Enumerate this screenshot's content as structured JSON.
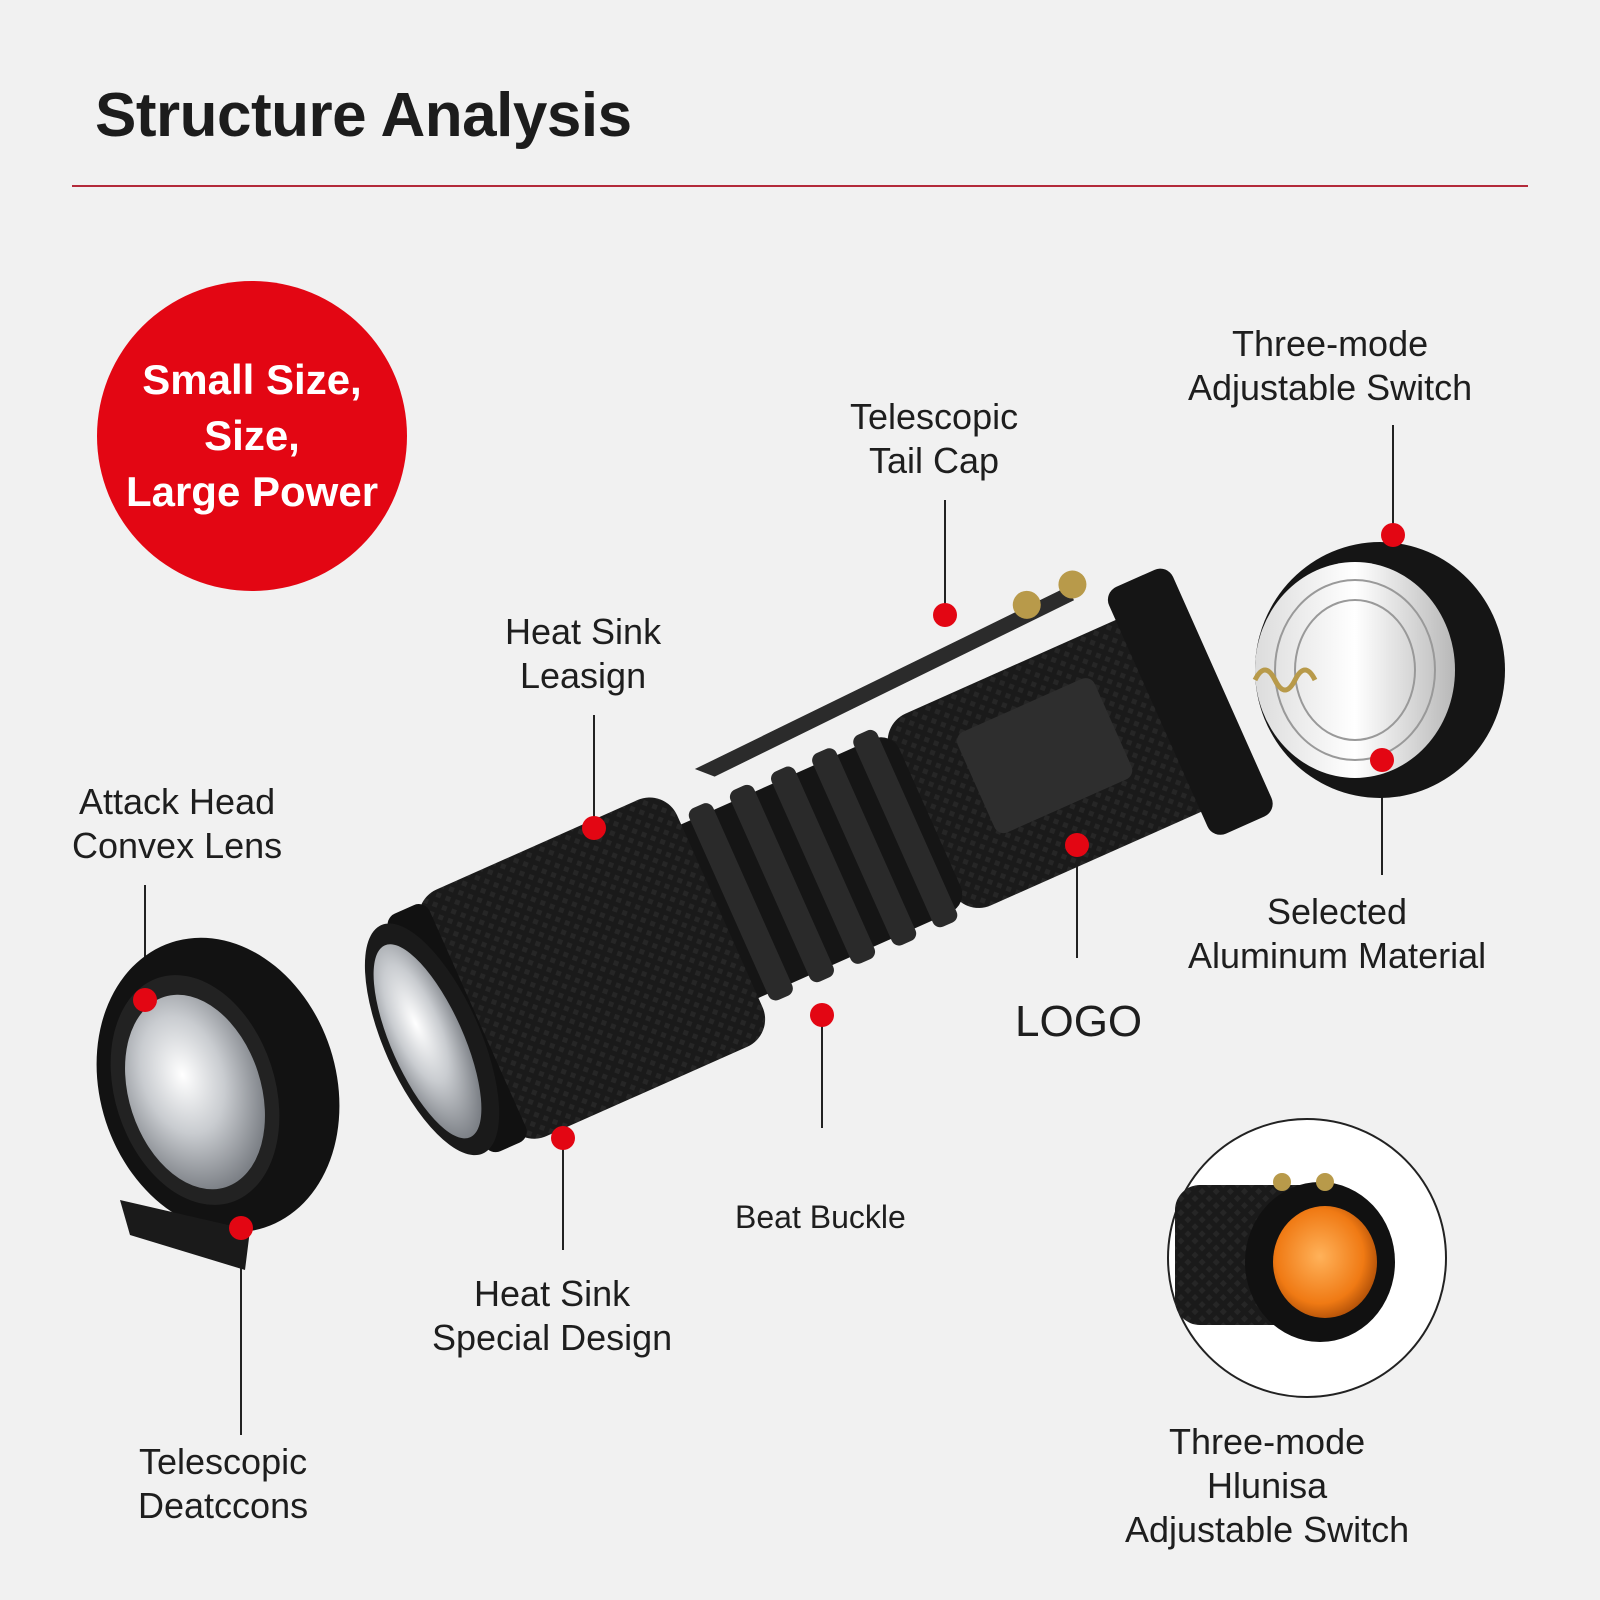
{
  "title": "Structure Analysis",
  "badge": {
    "lines": [
      "Small Size,",
      "Size,",
      "Large Power"
    ]
  },
  "labels": {
    "three_mode_top": [
      "Three-mode",
      "Adjustable Switch"
    ],
    "telescopic_tail_cap": [
      "Telescopic",
      "Tail Cap"
    ],
    "heat_sink_top": [
      "Heat Sink",
      "Leasign"
    ],
    "attack_head": [
      "Attack Head",
      "Convex Lens"
    ],
    "selected_aluminum": [
      "Selected",
      "Aluminum Material"
    ],
    "logo": "LOGO",
    "beat_buckle": "Beat Buckle",
    "heat_sink_bottom": [
      "Heat Sink",
      "Special Design"
    ],
    "telescopic_bottom": [
      "Telescopic",
      "Deatccons"
    ],
    "three_mode_bottom": [
      "Three-mode",
      "Hlunisa",
      "Adjustable Switch"
    ]
  },
  "colors": {
    "accent_red": "#e30613",
    "rule_red": "#b32a3a",
    "flashlight_black": "#151515",
    "background": "#f1f1f1"
  },
  "icons": [
    "flashlight-exploded-illustration",
    "callout-dot",
    "tail-switch-detail"
  ]
}
